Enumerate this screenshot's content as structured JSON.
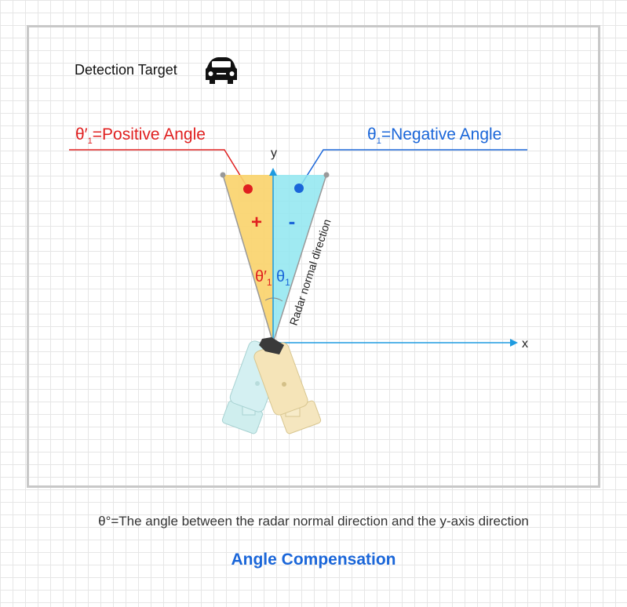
{
  "target": {
    "label": "Detection Target",
    "icon": "car-icon"
  },
  "positive": {
    "symbol": "θ′",
    "sub": "1",
    "text": "=Positive Angle",
    "sign": "+"
  },
  "negative": {
    "symbol": "θ",
    "sub": "1",
    "text": "=Negative Angle",
    "sign": "-"
  },
  "axes": {
    "y": "y",
    "x": "x"
  },
  "angles": {
    "positive_symbol": "θ′",
    "negative_symbol": "θ",
    "sub": "1"
  },
  "radar_normal_label": "Radar normal direction",
  "footnote": "θ°=The angle between the radar normal  direction and the y-axis direction",
  "title": "Angle Compensation",
  "colors": {
    "positive": "#e02020",
    "negative": "#1a66d9",
    "axis": "#1e9be0",
    "title": "#1a66d9",
    "positive_sector": "#f9d36a",
    "negative_sector": "#8fe6f0"
  }
}
